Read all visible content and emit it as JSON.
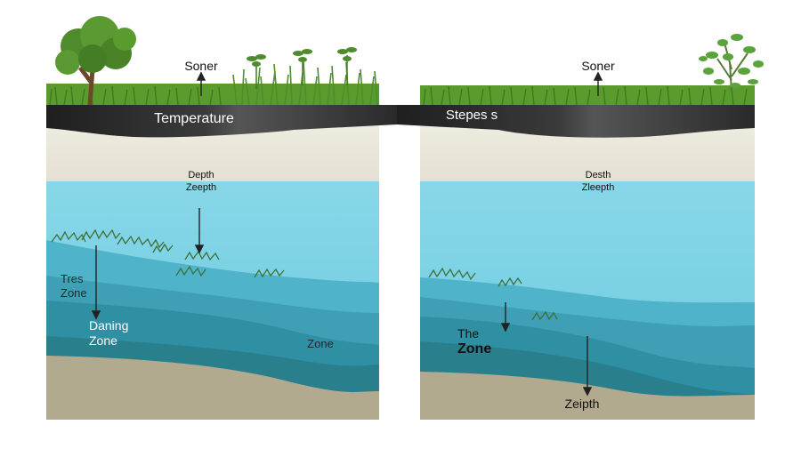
{
  "panels": [
    {
      "top_label": "Soner",
      "band_label": "Temperature",
      "depth_line1": "Depth",
      "depth_line2": "Zeepth",
      "upper_zone_line1": "Tres",
      "upper_zone_line2": "Zone",
      "mid_zone_line1": "Daning",
      "mid_zone_line2": "Zone",
      "deep_zone": "Zone"
    },
    {
      "top_label": "Soner",
      "band_label": "Stepes s",
      "depth_line1": "Desth",
      "depth_line2": "Zleepth",
      "mid_zone_line1": "The",
      "mid_zone_line2": "Zone",
      "bottom_label": "Zeipth"
    }
  ],
  "colors": {
    "grass": "#5a9b2e",
    "grass_dark": "#3f7a1e",
    "band": "#2b2b2b",
    "sand": "#e9e6da",
    "water_surface": "#7fd3e6",
    "water_mid": "#4fb4c9",
    "water_deep": "#2f8fa3",
    "water_deepest": "#2a7480",
    "sediment": "#b2aa8f",
    "weeds": "#3f6f3a",
    "tree_trunk": "#6b4a2b",
    "tree_leaf": "#4f8a2c"
  }
}
